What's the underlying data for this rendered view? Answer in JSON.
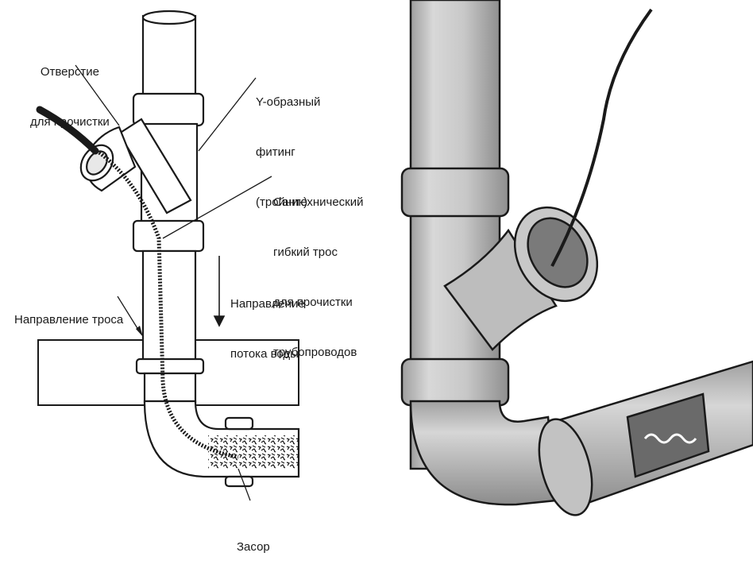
{
  "left_diagram": {
    "labels": {
      "cleanout_hole": [
        "Отверстие",
        "для прочистки"
      ],
      "y_fitting": [
        "Y-образный",
        "фитинг",
        "(тройник)"
      ],
      "cable": [
        "Сантехнический",
        "гибкий трос",
        "для прочистки",
        "трубопроводов"
      ],
      "flow_direction": [
        "Направление",
        "потока воды"
      ],
      "cable_direction": [
        "Направление троса"
      ],
      "blockage": [
        "Засор"
      ]
    }
  },
  "colors": {
    "ink": "#1a1a1a",
    "pipe_fill_left": "#ffffff",
    "pipe_fill_right": "#cfcfcf",
    "pipe_shade_right": "#a9a9a9",
    "background_right": "#f4f4f4"
  }
}
